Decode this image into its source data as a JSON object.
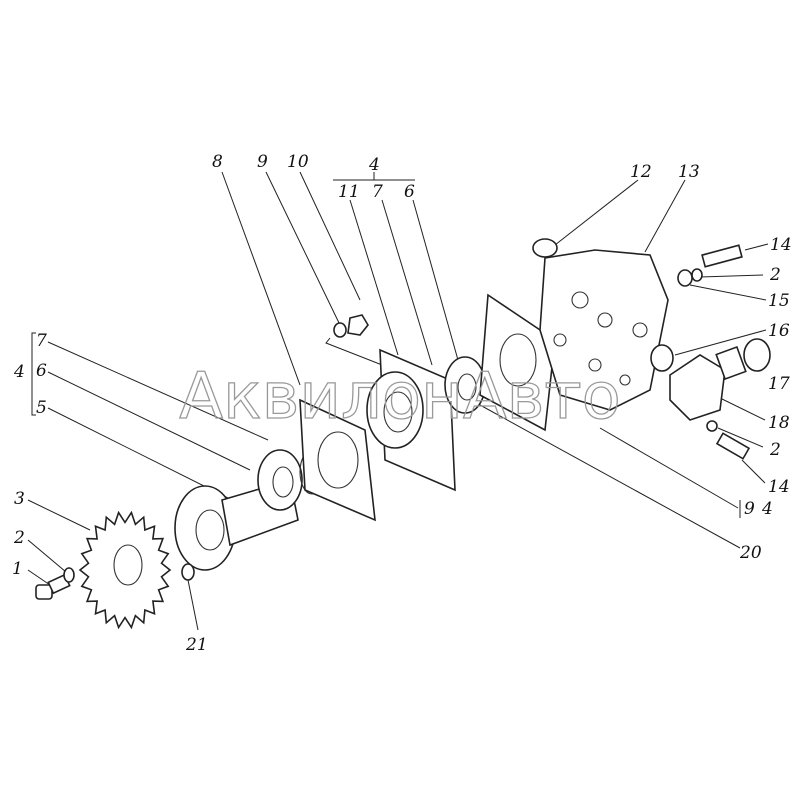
{
  "watermark": "АквилонАвто",
  "labels": {
    "l8": "8",
    "l9": "9",
    "l10": "10",
    "l4top": "4",
    "l11": "11",
    "l7top": "7",
    "l6top": "6",
    "l12": "12",
    "l13": "13",
    "l14a": "14",
    "l2a": "2",
    "l15": "15",
    "l16": "16",
    "l17": "17",
    "l18": "18",
    "l2b": "2",
    "l14b": "14",
    "l9r": "9",
    "l4r": "4",
    "l20": "20",
    "l4left": "4",
    "l7left": "7",
    "l6left": "6",
    "l5left": "5",
    "l3": "3",
    "l2c": "2",
    "l1": "1",
    "l21": "21"
  }
}
